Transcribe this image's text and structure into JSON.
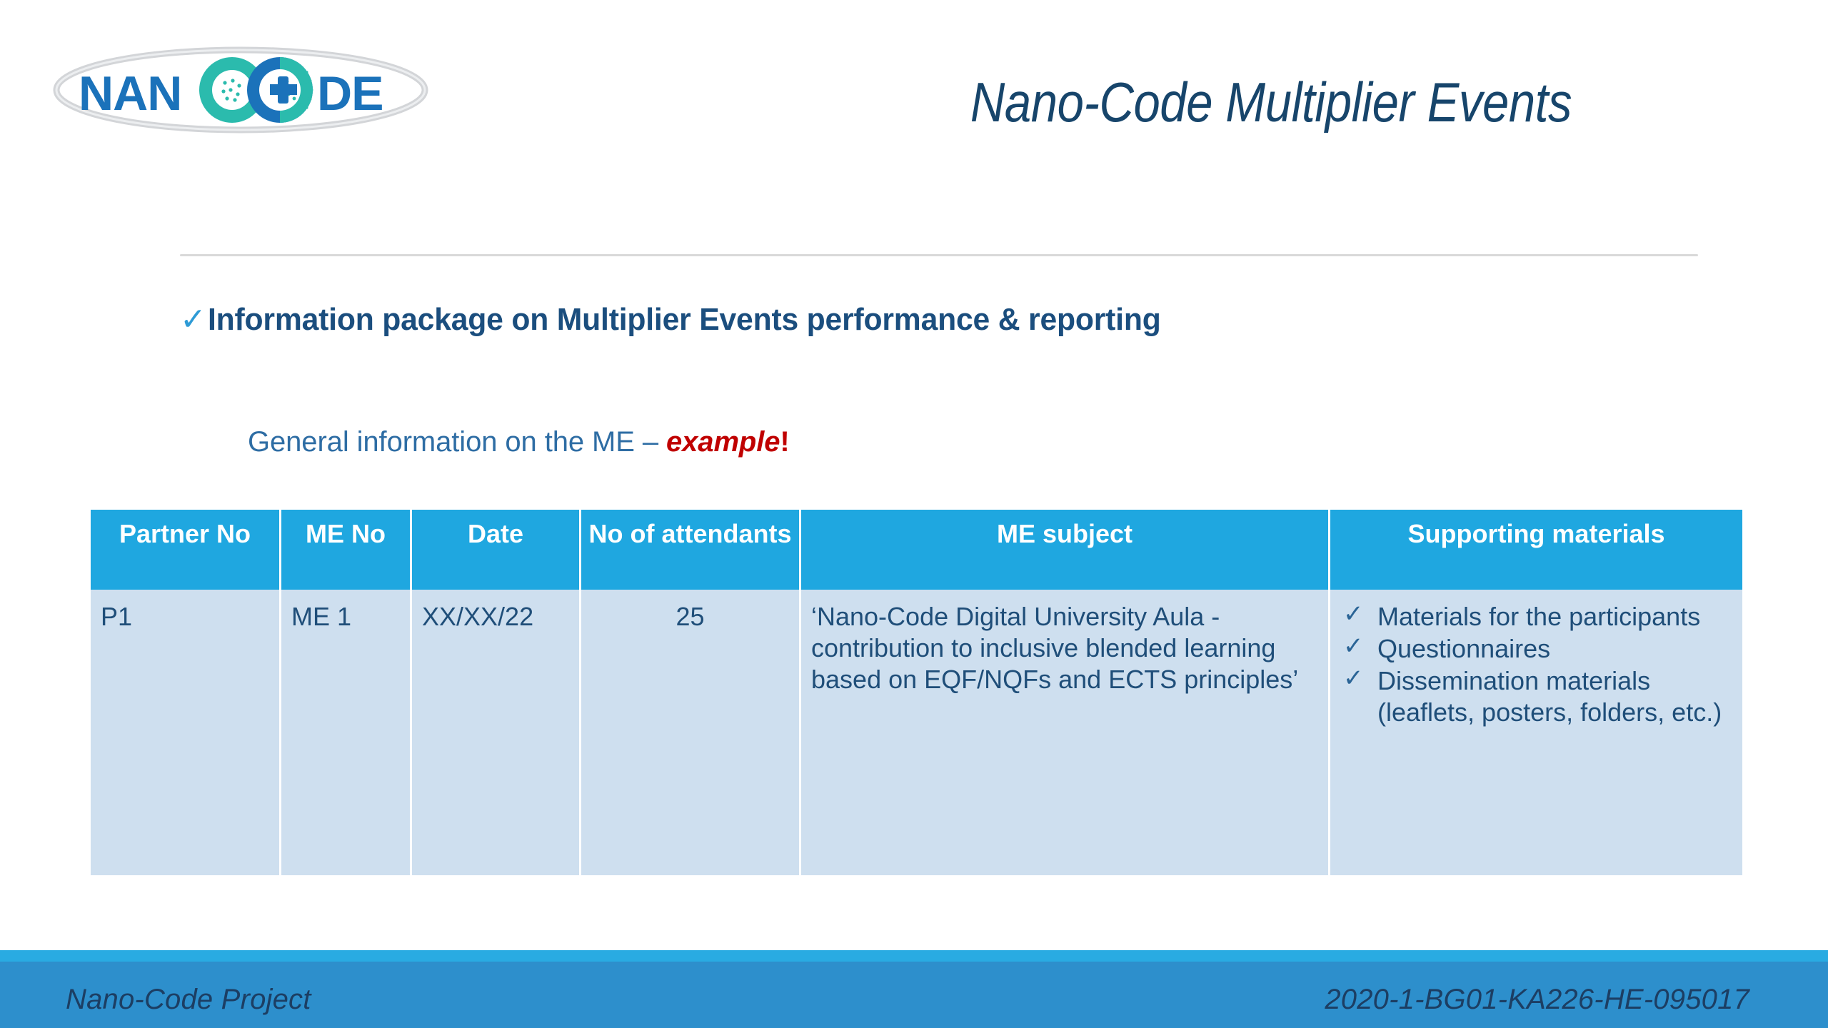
{
  "slide": {
    "title": "Nano-Code Multiplier Events",
    "logo_alt": "NANOCODE",
    "logo_text_left": "NAN",
    "logo_text_right": "DE"
  },
  "heading": {
    "check_icon": "✓",
    "text": "Information package on Multiplier Events performance & reporting"
  },
  "subtitle": {
    "lead": "General information on the ME – ",
    "emphasis": "example",
    "bang": "!"
  },
  "table": {
    "columns": [
      "Partner No",
      "ME No",
      "Date",
      "No of attendants",
      "ME subject",
      "Supporting materials"
    ],
    "rows": [
      {
        "partner_no": "P1",
        "me_no": "ME 1",
        "date": "XX/XX/22",
        "no_of_attendants": "25",
        "me_subject": "‘Nano-Code Digital University Aula - contribution to inclusive blended learning based on EQF/NQFs and ECTS principles’",
        "supporting_materials": [
          "Materials for the participants",
          "Questionnaires",
          "Dissemination materials (leaflets, posters, folders, etc.)"
        ],
        "check_icon": "✓"
      }
    ]
  },
  "footer": {
    "project": "Nano-Code Project",
    "grant_number": "2020-1-BG01-KA226-HE-095017"
  },
  "colors": {
    "title_navy": "#17456B",
    "heading_navy": "#1B4E7E",
    "check_blue": "#2E9BD6",
    "subtitle_blue": "#2E6DA4",
    "emphasis_red": "#C00000",
    "table_header_blue": "#1FA7E0",
    "table_row_fill": "#CEDFEF",
    "table_text_navy": "#1F4E79",
    "footer_strip": "#29ABE2",
    "footer_band": "#2D8FCC",
    "footer_text": "#1C3E63",
    "divider_grey": "#D9D9D9",
    "logo_blue": "#1B72BA",
    "logo_teal": "#2BBBAD"
  }
}
